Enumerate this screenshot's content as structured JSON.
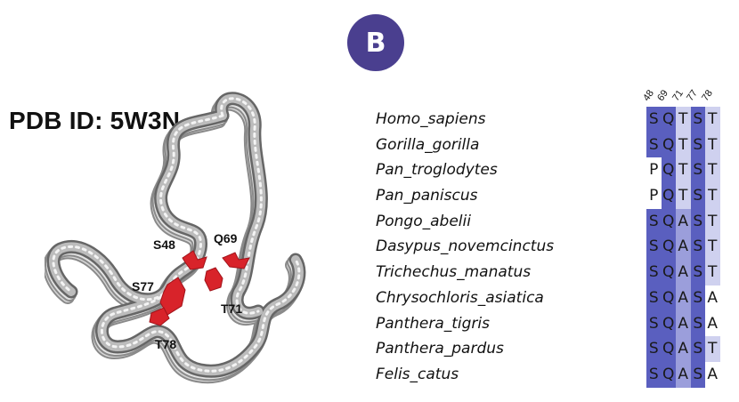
{
  "badge": "B",
  "pdb_title": "PDB ID: 5W3N",
  "residue_labels": [
    "S48",
    "Q69",
    "S77",
    "T71",
    "T78"
  ],
  "alignment": {
    "positions": [
      "48",
      "69",
      "71",
      "77",
      "78"
    ],
    "colors": {
      "dark": "#5a5fbf",
      "mid": "#9b9edb",
      "light": "#cfd1ef",
      "none": "#ffffff"
    },
    "rows": [
      {
        "species": "Homo_sapiens",
        "residues": [
          "S",
          "Q",
          "T",
          "S",
          "T"
        ],
        "shade": [
          "dark",
          "dark",
          "light",
          "dark",
          "light"
        ]
      },
      {
        "species": "Gorilla_gorilla",
        "residues": [
          "S",
          "Q",
          "T",
          "S",
          "T"
        ],
        "shade": [
          "dark",
          "dark",
          "light",
          "dark",
          "light"
        ]
      },
      {
        "species": "Pan_troglodytes",
        "residues": [
          "P",
          "Q",
          "T",
          "S",
          "T"
        ],
        "shade": [
          "none",
          "dark",
          "light",
          "dark",
          "light"
        ]
      },
      {
        "species": "Pan_paniscus",
        "residues": [
          "P",
          "Q",
          "T",
          "S",
          "T"
        ],
        "shade": [
          "none",
          "dark",
          "light",
          "dark",
          "light"
        ]
      },
      {
        "species": "Pongo_abelii",
        "residues": [
          "S",
          "Q",
          "A",
          "S",
          "T"
        ],
        "shade": [
          "dark",
          "dark",
          "mid",
          "dark",
          "light"
        ]
      },
      {
        "species": "Dasypus_novemcinctus",
        "residues": [
          "S",
          "Q",
          "A",
          "S",
          "T"
        ],
        "shade": [
          "dark",
          "dark",
          "mid",
          "dark",
          "light"
        ]
      },
      {
        "species": "Trichechus_manatus",
        "residues": [
          "S",
          "Q",
          "A",
          "S",
          "T"
        ],
        "shade": [
          "dark",
          "dark",
          "mid",
          "dark",
          "light"
        ]
      },
      {
        "species": "Chrysochloris_asiatica",
        "residues": [
          "S",
          "Q",
          "A",
          "S",
          "A"
        ],
        "shade": [
          "dark",
          "dark",
          "mid",
          "dark",
          "none"
        ]
      },
      {
        "species": "Panthera_tigris",
        "residues": [
          "S",
          "Q",
          "A",
          "S",
          "A"
        ],
        "shade": [
          "dark",
          "dark",
          "mid",
          "dark",
          "none"
        ]
      },
      {
        "species": "Panthera_pardus",
        "residues": [
          "S",
          "Q",
          "A",
          "S",
          "T"
        ],
        "shade": [
          "dark",
          "dark",
          "mid",
          "dark",
          "light"
        ]
      },
      {
        "species": "Felis_catus",
        "residues": [
          "S",
          "Q",
          "A",
          "S",
          "A"
        ],
        "shade": [
          "dark",
          "dark",
          "mid",
          "dark",
          "none"
        ]
      }
    ]
  }
}
